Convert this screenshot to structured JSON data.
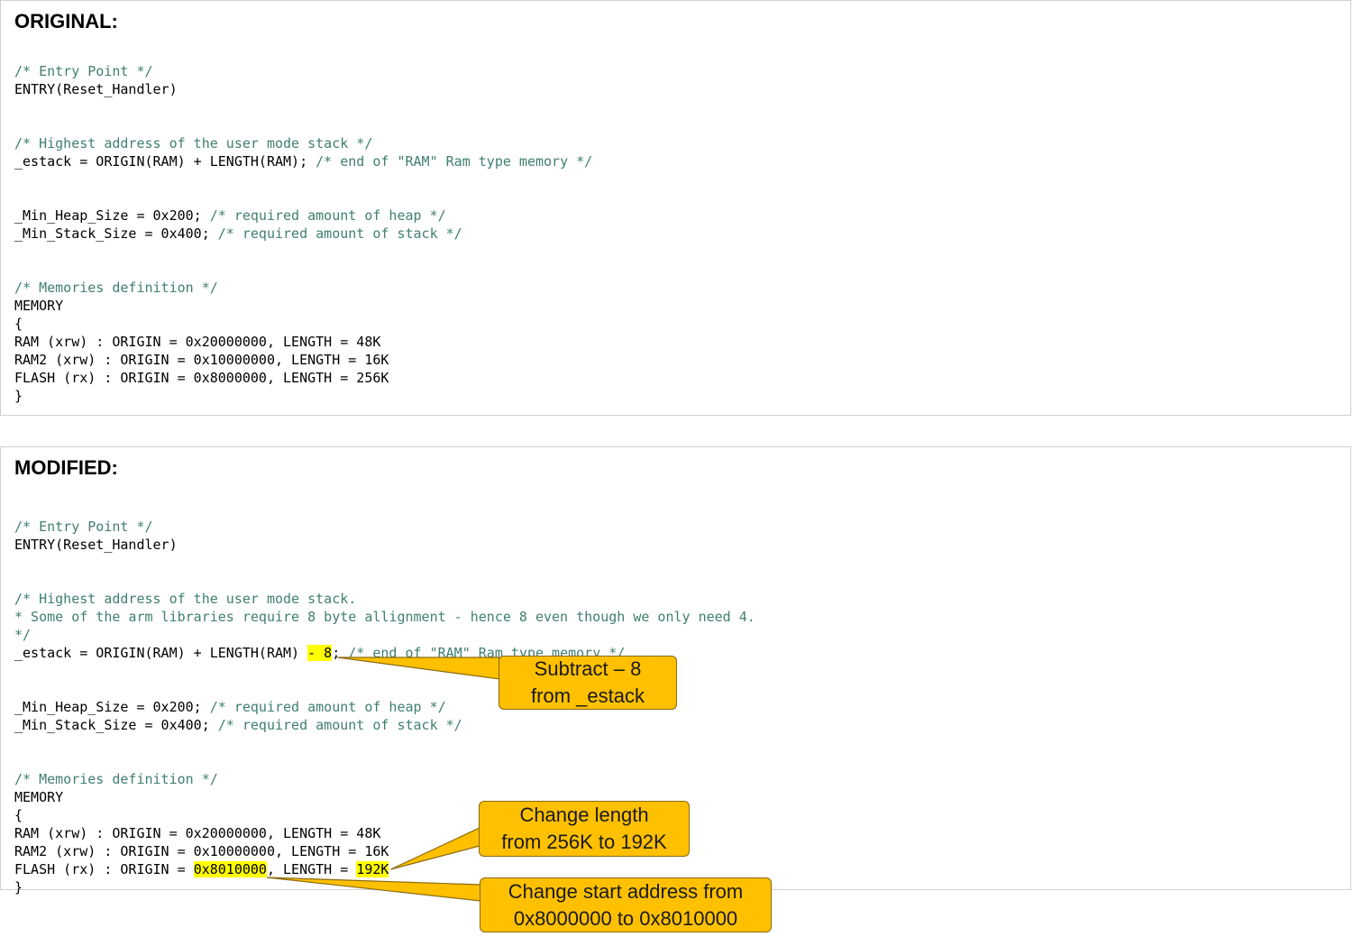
{
  "original": {
    "title": "ORIGINAL:",
    "lines": [
      {
        "parts": [
          {
            "text": "/* Entry Point */",
            "style": "comment"
          }
        ]
      },
      {
        "parts": [
          {
            "text": "ENTRY(Reset_Handler)",
            "style": "code"
          }
        ]
      },
      {
        "parts": []
      },
      {
        "parts": []
      },
      {
        "parts": [
          {
            "text": "/* Highest address of the user mode stack */",
            "style": "comment"
          }
        ]
      },
      {
        "parts": [
          {
            "text": "_estack = ORIGIN(RAM) + LENGTH(RAM); ",
            "style": "code"
          },
          {
            "text": "/* end of \"RAM\" Ram type memory */",
            "style": "comment"
          }
        ]
      },
      {
        "parts": []
      },
      {
        "parts": []
      },
      {
        "parts": [
          {
            "text": "_Min_Heap_Size = 0x200; ",
            "style": "code"
          },
          {
            "text": "/* required amount of heap */",
            "style": "comment"
          }
        ]
      },
      {
        "parts": [
          {
            "text": "_Min_Stack_Size = 0x400; ",
            "style": "code"
          },
          {
            "text": "/* required amount of stack */",
            "style": "comment"
          }
        ]
      },
      {
        "parts": []
      },
      {
        "parts": []
      },
      {
        "parts": [
          {
            "text": "/* Memories definition */",
            "style": "comment"
          }
        ]
      },
      {
        "parts": [
          {
            "text": "MEMORY",
            "style": "code"
          }
        ]
      },
      {
        "parts": [
          {
            "text": "{",
            "style": "code"
          }
        ]
      },
      {
        "parts": [
          {
            "text": "RAM (xrw) : ORIGIN = 0x20000000, LENGTH = 48K",
            "style": "code"
          }
        ]
      },
      {
        "parts": [
          {
            "text": "RAM2 (xrw) : ORIGIN = 0x10000000, LENGTH = 16K",
            "style": "code"
          }
        ]
      },
      {
        "parts": [
          {
            "text": "FLASH (rx) : ORIGIN = 0x8000000, LENGTH = 256K",
            "style": "code"
          }
        ]
      },
      {
        "parts": [
          {
            "text": "}",
            "style": "code"
          }
        ]
      }
    ]
  },
  "modified": {
    "title": "MODIFIED:",
    "lines": [
      {
        "parts": []
      },
      {
        "parts": [
          {
            "text": "/* Entry Point */",
            "style": "comment"
          }
        ]
      },
      {
        "parts": [
          {
            "text": "ENTRY(Reset_Handler)",
            "style": "code"
          }
        ]
      },
      {
        "parts": []
      },
      {
        "parts": []
      },
      {
        "parts": [
          {
            "text": "/* Highest address of the user mode stack.",
            "style": "comment"
          }
        ]
      },
      {
        "parts": [
          {
            "text": "* Some of the arm libraries require 8 byte allignment - hence 8 even though we only need 4.",
            "style": "comment"
          }
        ]
      },
      {
        "parts": [
          {
            "text": "*/",
            "style": "comment"
          }
        ]
      },
      {
        "parts": [
          {
            "text": "_estack = ORIGIN(RAM) + LENGTH(RAM) ",
            "style": "code"
          },
          {
            "text": "- 8",
            "style": "highlight",
            "mark": "estack-mark"
          },
          {
            "text": "; ",
            "style": "code"
          },
          {
            "text": "/* end of \"RAM\" Ram type memory */",
            "style": "comment"
          }
        ]
      },
      {
        "parts": []
      },
      {
        "parts": []
      },
      {
        "parts": [
          {
            "text": "_Min_Heap_Size = 0x200; ",
            "style": "code"
          },
          {
            "text": "/* required amount of heap */",
            "style": "comment"
          }
        ]
      },
      {
        "parts": [
          {
            "text": "_Min_Stack_Size = 0x400; ",
            "style": "code"
          },
          {
            "text": "/* required amount of stack */",
            "style": "comment"
          }
        ]
      },
      {
        "parts": []
      },
      {
        "parts": []
      },
      {
        "parts": [
          {
            "text": "/* Memories definition */",
            "style": "comment"
          }
        ]
      },
      {
        "parts": [
          {
            "text": "MEMORY",
            "style": "code"
          }
        ]
      },
      {
        "parts": [
          {
            "text": "{",
            "style": "code"
          }
        ]
      },
      {
        "parts": [
          {
            "text": "RAM (xrw) : ORIGIN = 0x20000000, LENGTH = 48K",
            "style": "code"
          }
        ]
      },
      {
        "parts": [
          {
            "text": "RAM2 (xrw) : ORIGIN = 0x10000000, LENGTH = 16K",
            "style": "code"
          }
        ]
      },
      {
        "parts": [
          {
            "text": "FLASH (rx) : ORIGIN = ",
            "style": "code"
          },
          {
            "text": "0x8010000",
            "style": "highlight",
            "mark": "address-mark"
          },
          {
            "text": ", LENGTH = ",
            "style": "code"
          },
          {
            "text": "192K",
            "style": "highlight",
            "mark": "length-mark"
          }
        ]
      },
      {
        "parts": [
          {
            "text": "}",
            "style": "code"
          }
        ]
      }
    ]
  },
  "callouts": {
    "estack": {
      "line1": "Subtract – 8",
      "line2": "from _estack"
    },
    "length": {
      "line1": "Change length",
      "line2": "from 256K to 192K"
    },
    "address": {
      "line1": "Change start address from",
      "line2": "0x8000000 to 0x8010000"
    }
  },
  "colors": {
    "comment": "#3f7f6f",
    "code": "#000000",
    "highlight": "#ffff00",
    "callout_fill": "#ffc000",
    "callout_border": "#8a6a10",
    "panel_border": "#d0d0d0"
  }
}
